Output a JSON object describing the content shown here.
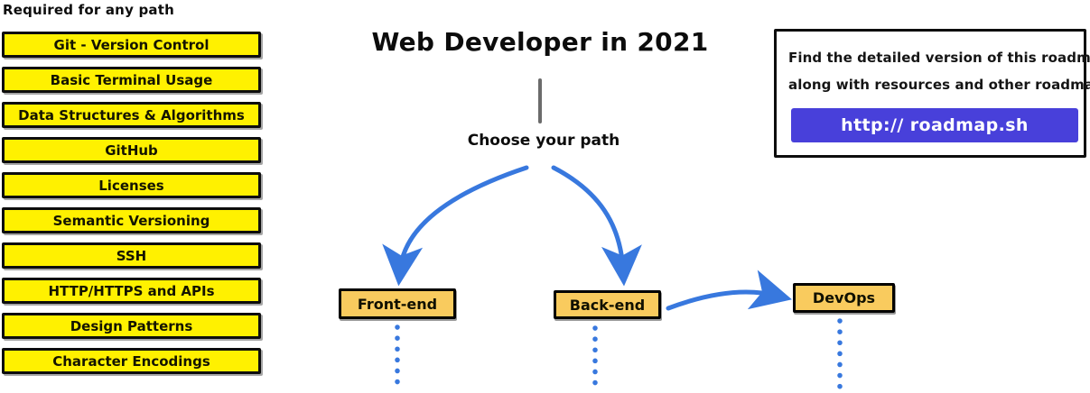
{
  "required_path": {
    "heading": "Required for any path",
    "items": [
      "Git - Version Control",
      "Basic Terminal Usage",
      "Data Structures & Algorithms",
      "GitHub",
      "Licenses",
      "Semantic Versioning",
      "SSH",
      "HTTP/HTTPS and APIs",
      "Design Patterns",
      "Character Encodings"
    ]
  },
  "main": {
    "title": "Web Developer in 2021",
    "choose_label": "Choose your path",
    "paths": [
      {
        "label": "Front-end"
      },
      {
        "label": "Back-end"
      },
      {
        "label": "DevOps"
      }
    ]
  },
  "info_box": {
    "line1": "Find the detailed version of this roadmap",
    "line2": "along with resources and other roadmaps",
    "button_label": "http:// roadmap.sh"
  },
  "colors": {
    "highlight_yellow": "#FFF100",
    "node_orange": "#F9CB5E",
    "arrow_blue": "#3878DE",
    "button_purple": "#4840DA"
  }
}
